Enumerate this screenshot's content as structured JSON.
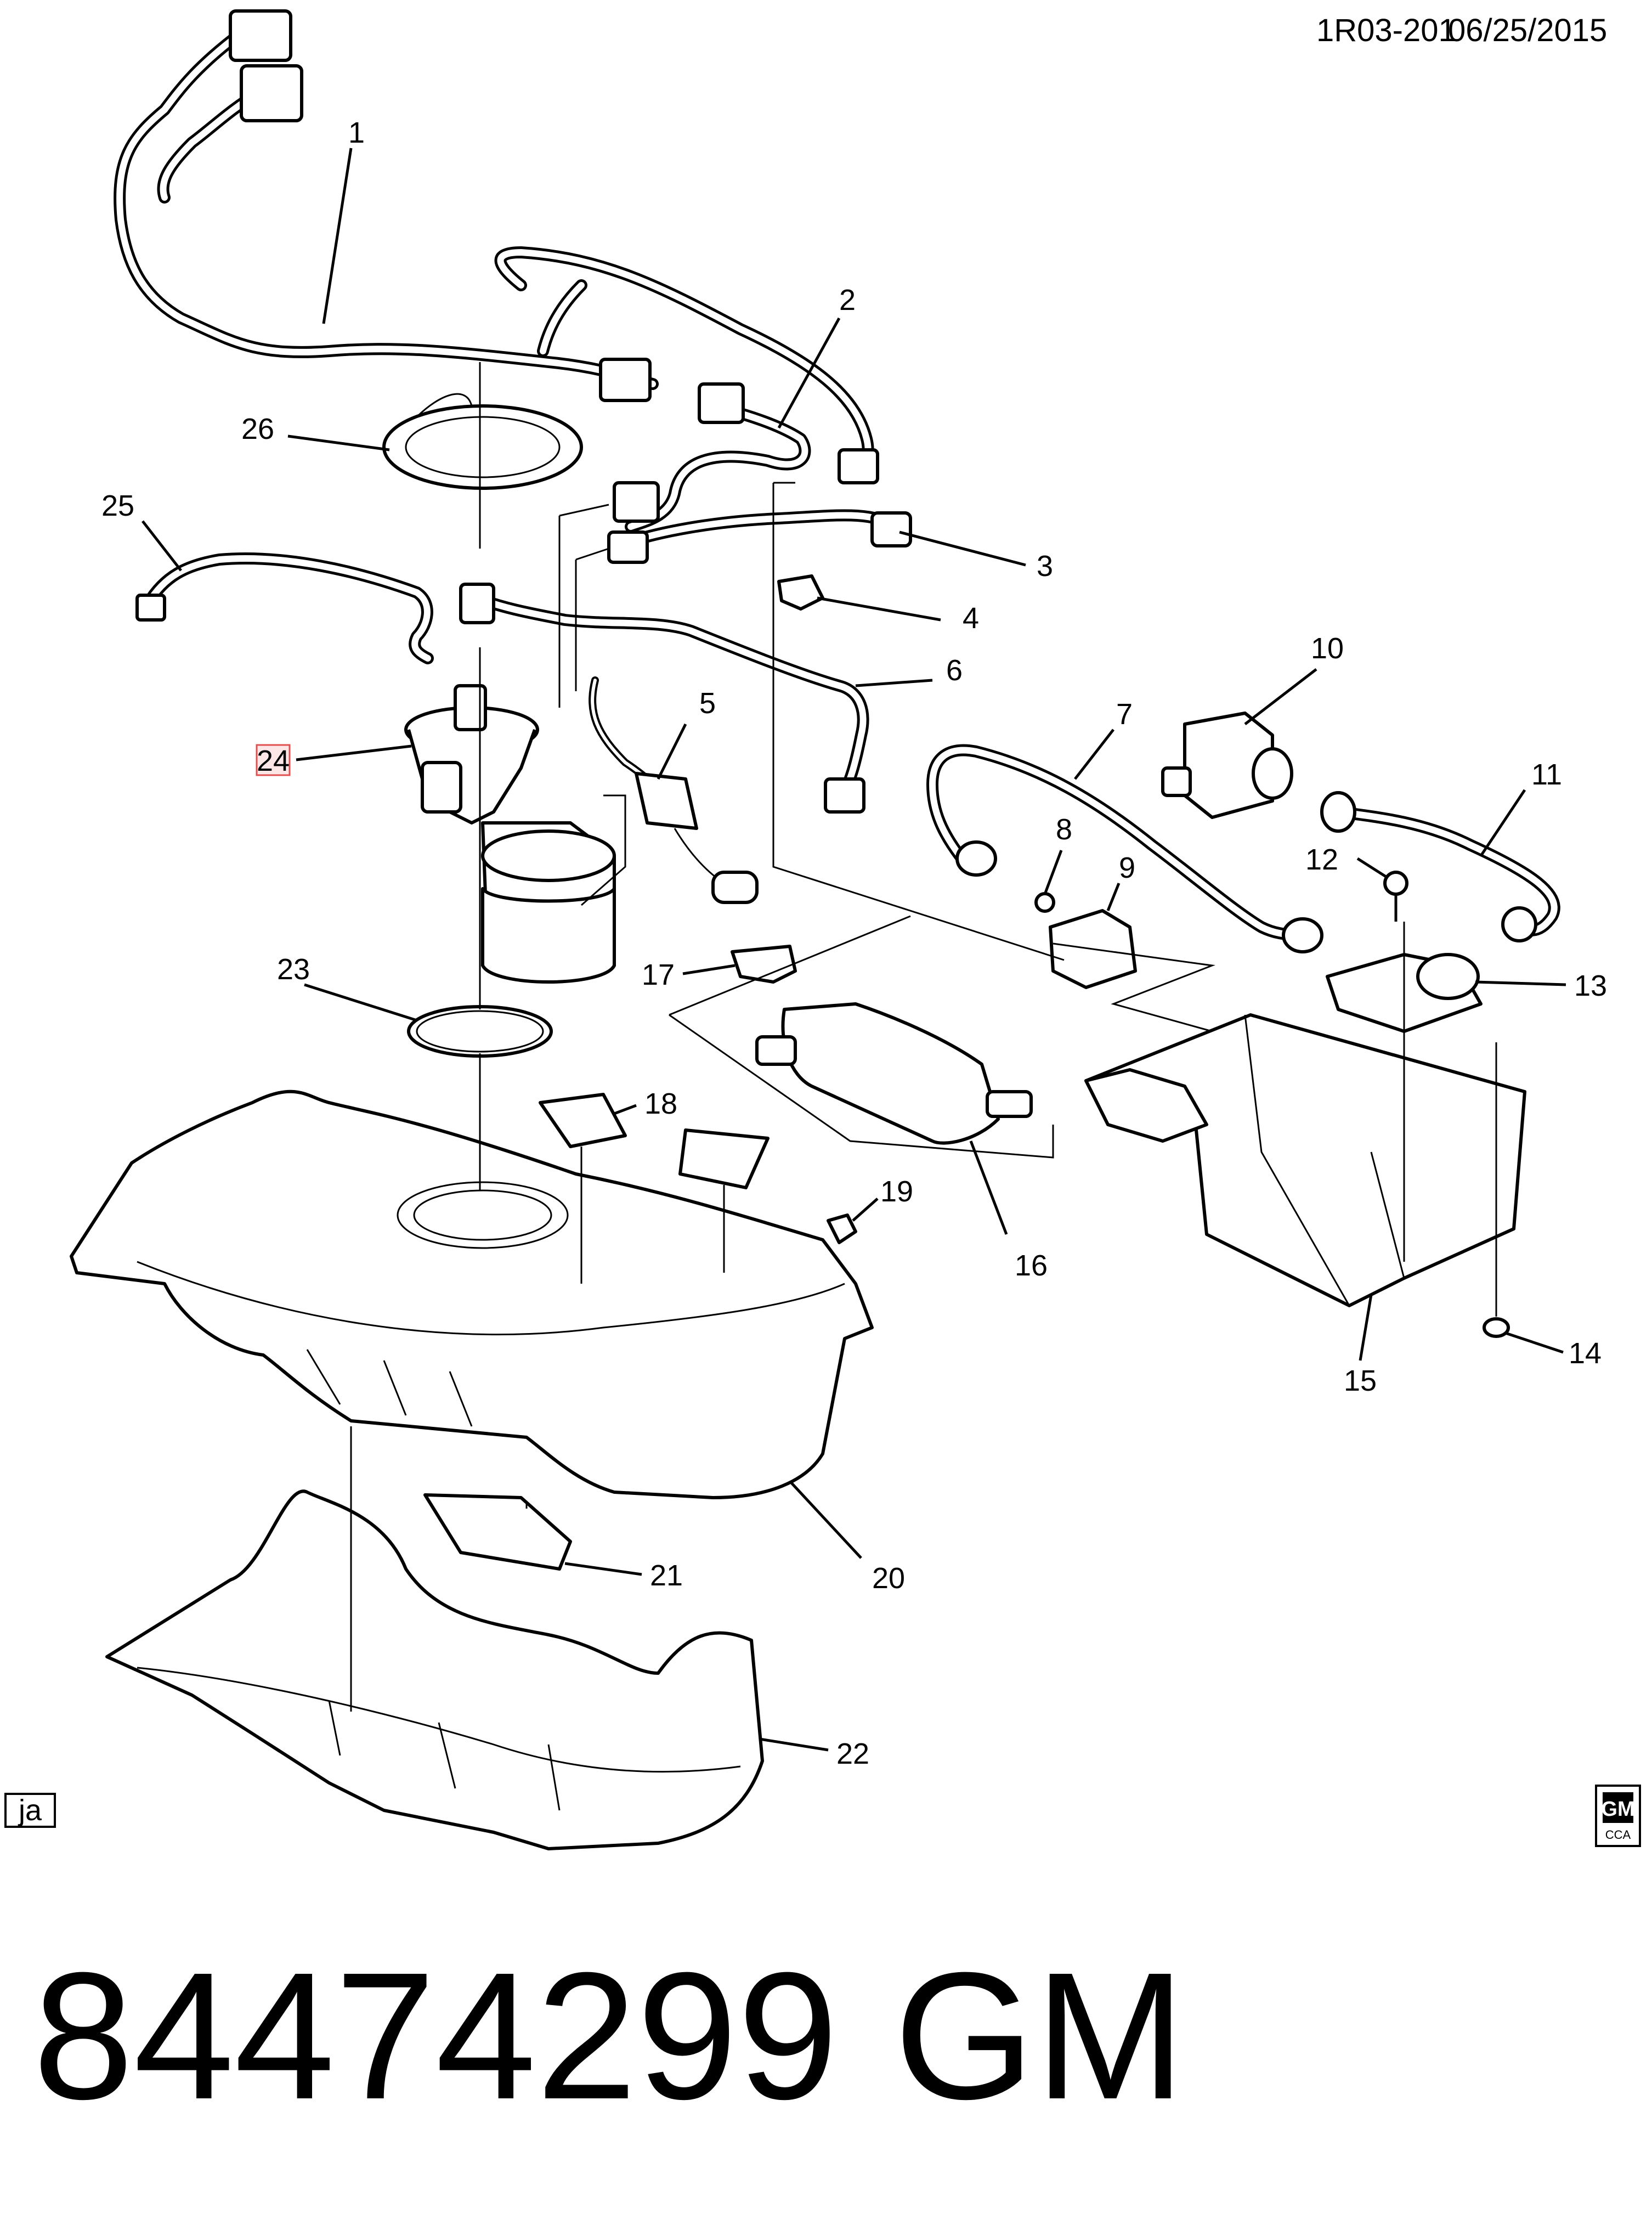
{
  "header": {
    "code": "1R03-201",
    "date": "06/25/2015"
  },
  "callouts": [
    "1",
    "2",
    "3",
    "4",
    "5",
    "6",
    "7",
    "8",
    "9",
    "10",
    "11",
    "12",
    "13",
    "14",
    "15",
    "16",
    "17",
    "18",
    "19",
    "20",
    "21",
    "22",
    "23",
    "24",
    "25",
    "26"
  ],
  "corner_left": {
    "text": "ja"
  },
  "corner_right": {
    "logo": "GM",
    "logo_sub": "CCA"
  },
  "footer": {
    "part_number": "84474299",
    "brand": "GM"
  },
  "colors": {
    "line": "#000000",
    "background": "#ffffff",
    "callout_highlight": "#e05050"
  }
}
